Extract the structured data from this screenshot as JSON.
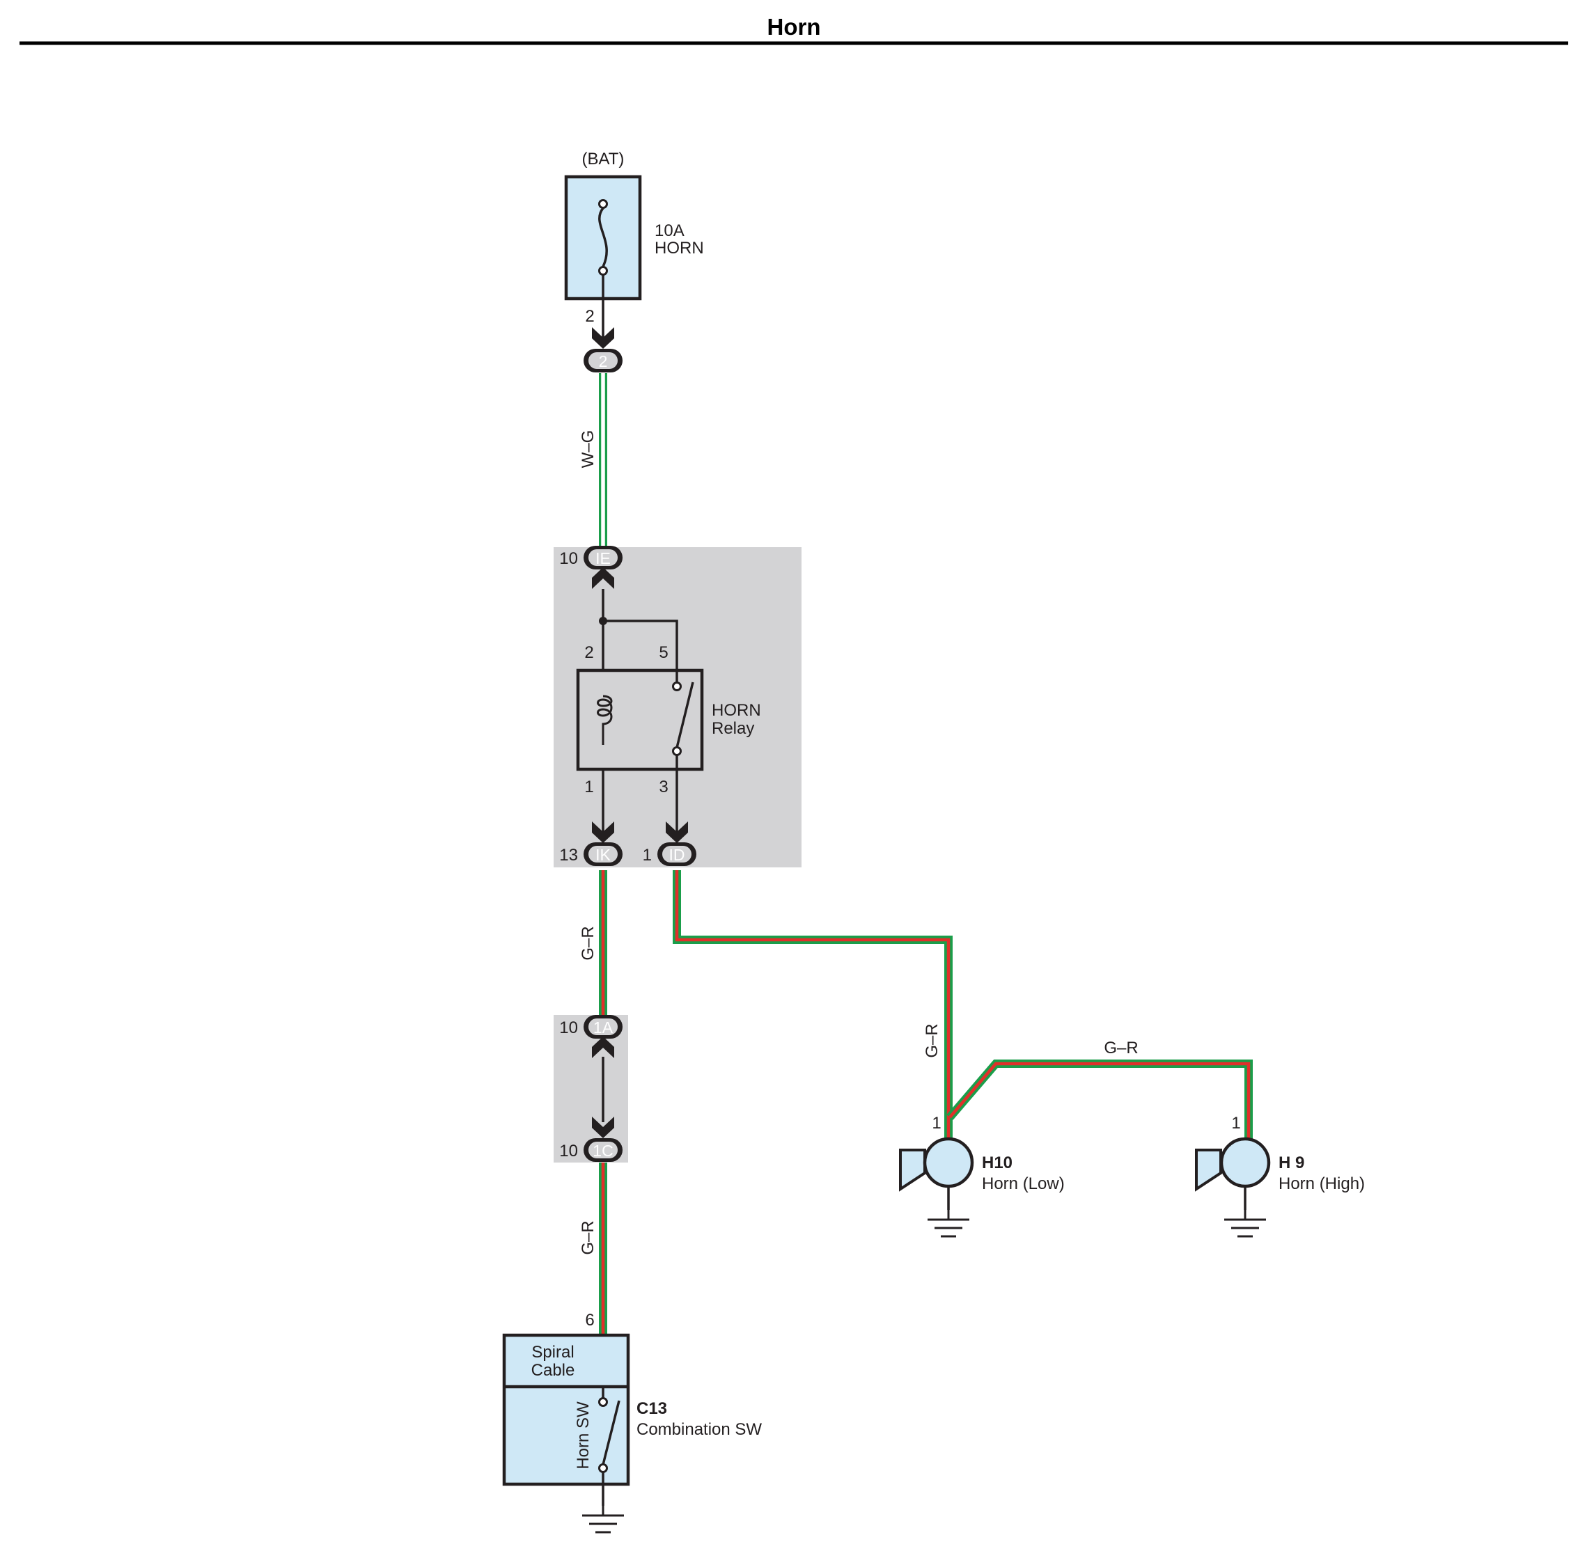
{
  "title": "Horn",
  "fuse": {
    "source": "(BAT)",
    "rating": "10A",
    "name": "HORN",
    "pin": "2",
    "connector": "2"
  },
  "wires": {
    "bat_to_ie": "W–G",
    "ik_to_1a": "G–R",
    "1c_to_sw": "G–R",
    "id_to_h10": "G–R",
    "h10_to_h9": "G–R"
  },
  "relay": {
    "name_line1": "HORN",
    "name_line2": "Relay",
    "pins": {
      "coil_top": "2",
      "switch_top": "5",
      "coil_bottom": "1",
      "switch_bottom": "3"
    },
    "connectors": {
      "ie": {
        "pin": "10",
        "label": "IE"
      },
      "ik": {
        "pin": "13",
        "label": "IK"
      },
      "id": {
        "pin": "1",
        "label": "ID"
      }
    }
  },
  "junction": {
    "top": {
      "pin": "10",
      "label": "1A"
    },
    "bottom": {
      "pin": "10",
      "label": "1C"
    }
  },
  "switch": {
    "pin": "6",
    "upper_line1": "Spiral",
    "upper_line2": "Cable",
    "lower": "Horn SW",
    "code": "C13",
    "name": "Combination SW"
  },
  "horn_low": {
    "pin": "1",
    "code": "H10",
    "name": "Horn (Low)"
  },
  "horn_high": {
    "pin": "1",
    "code": "H 9",
    "name": "Horn (High)"
  },
  "colors": {
    "component_fill": "#cfe8f6",
    "housing": "#d3d3d5",
    "wire_green": "#1a9e4a",
    "wire_red": "#e0302a",
    "wire_white": "#ffffff"
  }
}
